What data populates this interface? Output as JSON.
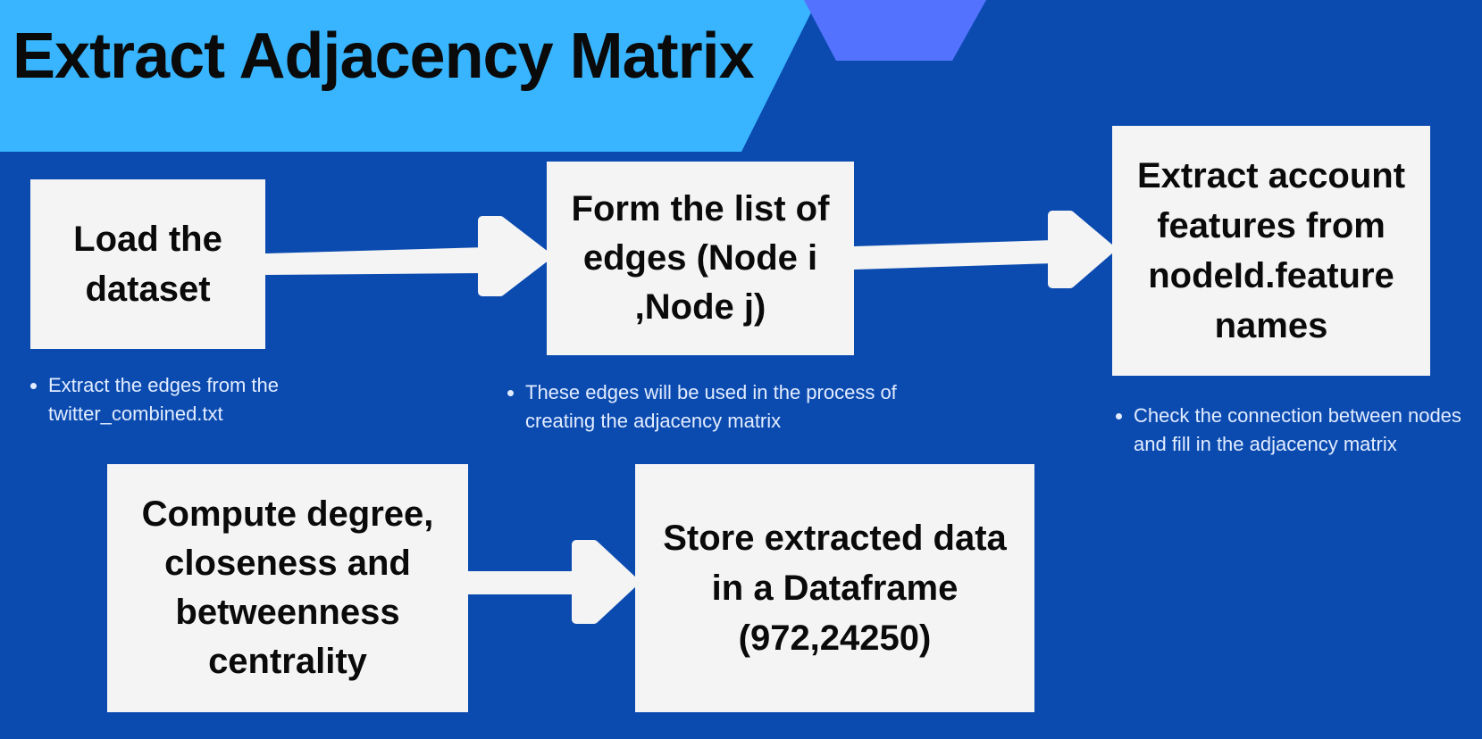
{
  "title": "Extract Adjacency Matrix",
  "colors": {
    "background": "#0b4bb0",
    "title_banner": "#38b5fe",
    "accent_shape": "#5373ff",
    "box_fill": "#f4f4f4",
    "arrow": "#f4f4f4",
    "text_dark": "#0a0a0a",
    "note_text": "#e2ecff"
  },
  "steps": [
    {
      "label": "Load the dataset",
      "note": "Extract the edges from the twitter_combined.txt"
    },
    {
      "label": "Form the list of edges (Node i ,Node j)",
      "note": "These edges will be used in the process of creating the adjacency matrix"
    },
    {
      "label": "Extract account features from nodeId.feature names",
      "note": "Check the connection between nodes and fill in the adjacency matrix"
    },
    {
      "label": "Compute degree, closeness and betweenness centrality"
    },
    {
      "label": "Store extracted data in a Dataframe (972,24250)"
    }
  ],
  "arrows": [
    {
      "from": "Load the dataset",
      "to": "Form the list of edges (Node i ,Node j)"
    },
    {
      "from": "Form the list of edges (Node i ,Node j)",
      "to": "Extract account features from nodeId.feature names"
    },
    {
      "from": "Compute degree, closeness and betweenness centrality",
      "to": "Store extracted data in a Dataframe (972,24250)"
    }
  ]
}
